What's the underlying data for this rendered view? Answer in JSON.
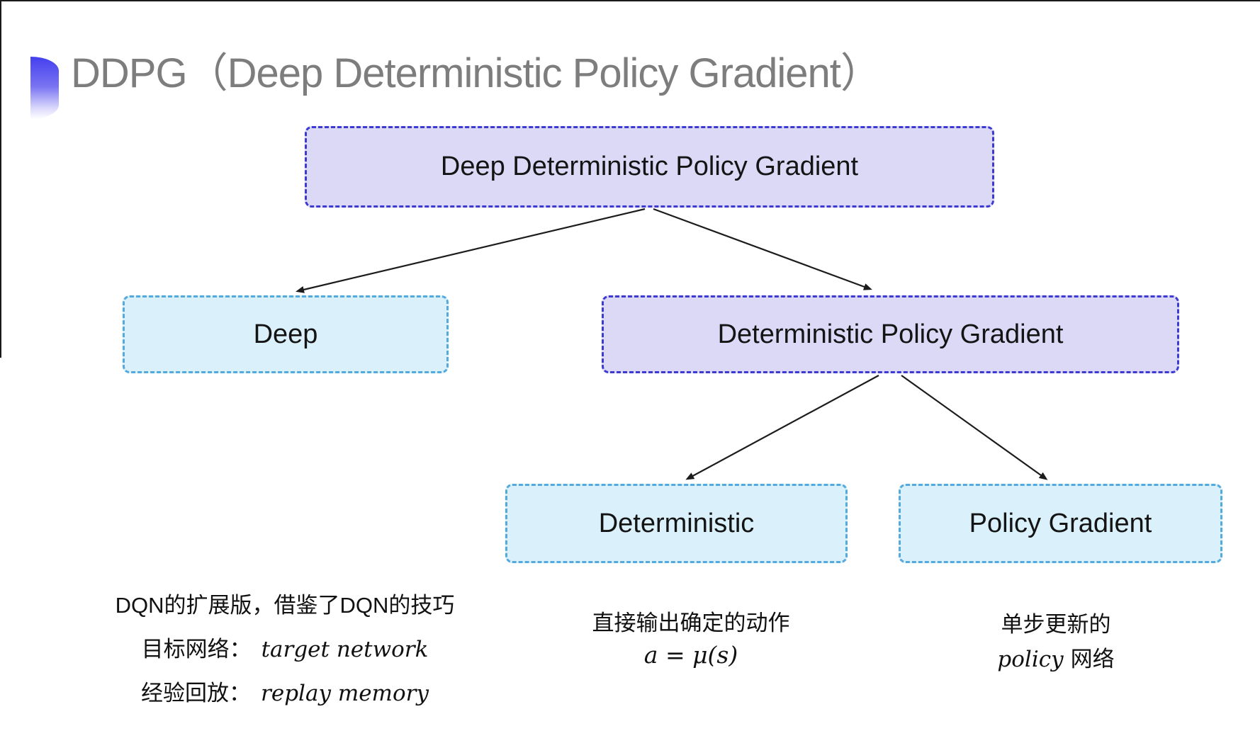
{
  "header": {
    "title": "DDPG（Deep Deterministic Policy Gradient）"
  },
  "diagram": {
    "nodes": [
      {
        "id": "root",
        "label": "Deep Deterministic Policy Gradient",
        "variant": "purple"
      },
      {
        "id": "deep",
        "label": "Deep",
        "variant": "cyan"
      },
      {
        "id": "dpg",
        "label": "Deterministic Policy Gradient",
        "variant": "purple"
      },
      {
        "id": "deterministic",
        "label": "Deterministic",
        "variant": "cyan"
      },
      {
        "id": "policy_gradient",
        "label": "Policy Gradient",
        "variant": "cyan"
      }
    ],
    "colors": {
      "purple_fill": "#dcd9f7",
      "purple_border": "#3c3ad1",
      "cyan_fill": "#daf1fb",
      "cyan_border": "#55aadd",
      "arrow": "#1c1c1c",
      "title_gray": "#7d7d7d",
      "bullet_blue": "#433fee"
    }
  },
  "notes": {
    "deep": {
      "line1": "DQN的扩展版，借鉴了DQN的技巧",
      "line2_label": "目标网络：",
      "line2_term": "target network",
      "line3_label": "经验回放：",
      "line3_term": "replay memory"
    },
    "deterministic": {
      "line1": "直接输出确定的动作",
      "formula": "a = μ(s)"
    },
    "policy_gradient": {
      "line1": "单步更新的",
      "line2_term": "policy",
      "line2_label": "网络"
    }
  }
}
